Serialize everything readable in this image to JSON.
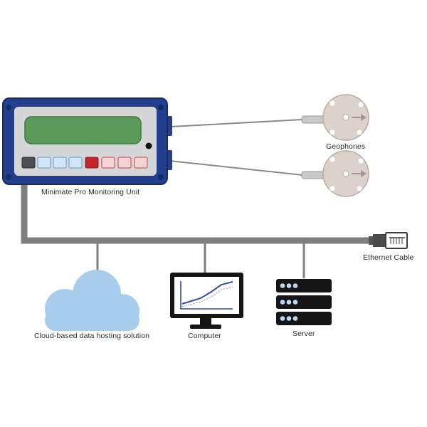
{
  "labels": {
    "monitoring_unit": "Minimate Pro Monitoring Unit",
    "geophones": "Geophones",
    "ethernet_cable": "Ethernet Cable",
    "cloud": "Cloud-based data hosting solution",
    "computer": "Computer",
    "server": "Server"
  },
  "colors": {
    "device_frame": "#253f8f",
    "device_face": "#d5d6d8",
    "lcd": "#5c9a5c",
    "cable": "#7f7f7f",
    "geophone": "#ddd2cb",
    "cloud": "#a9cdec",
    "monitor": "#151515",
    "screen_line": "#2f4e9c",
    "server": "#151515",
    "server_led": "#bcd6f2"
  },
  "icons": {
    "monitoring_unit": "monitoring-unit-icon",
    "geophone": "geophone-icon",
    "ethernet_plug": "ethernet-plug-icon",
    "cloud": "cloud-icon",
    "computer": "computer-monitor-icon",
    "server": "server-rack-icon"
  }
}
